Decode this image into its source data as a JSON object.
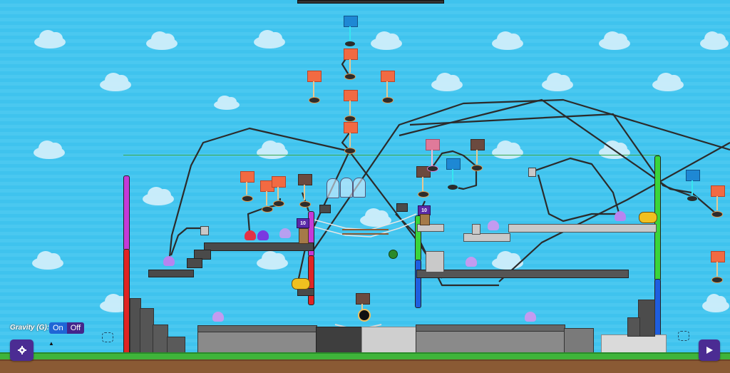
{
  "scene": {
    "background_color": "#3fc3ee",
    "boundary_line_color": "#3aa84a"
  },
  "controls": {
    "gravity_label": "Gravity (G):",
    "gravity_on": "On",
    "gravity_off": "Off",
    "gravity_selected": "On",
    "settings_icon": "gear-icon",
    "play_icon": "play-icon"
  },
  "counters": {
    "left_counter": "10",
    "right_counter": "10"
  },
  "signs": [
    {
      "id": "top-blue",
      "color": "blue",
      "icon": "elephant-icon"
    },
    {
      "id": "orange-1",
      "color": "orange",
      "icon": "battery-icon"
    },
    {
      "id": "orange-2",
      "color": "orange",
      "icon": "battery-icon"
    },
    {
      "id": "orange-3",
      "color": "orange",
      "icon": "battery-icon"
    },
    {
      "id": "orange-4",
      "color": "orange",
      "icon": "folder-icon"
    },
    {
      "id": "orange-5",
      "color": "orange",
      "icon": "folder-icon"
    },
    {
      "id": "orange-link",
      "color": "orange",
      "icon": "link-icon"
    },
    {
      "id": "orange-swirl-1",
      "color": "orange",
      "icon": "swirl-icon"
    },
    {
      "id": "orange-swirl-2",
      "color": "orange",
      "icon": "swirl-icon"
    },
    {
      "id": "brown-screen",
      "color": "brown",
      "icon": "screen-icon"
    },
    {
      "id": "brown-loop",
      "color": "brown",
      "icon": "loop-icon"
    },
    {
      "id": "brown-screen-2",
      "color": "brown",
      "icon": "screen-icon"
    },
    {
      "id": "pink-flower",
      "color": "pink",
      "icon": "flower-icon"
    },
    {
      "id": "blue-heart",
      "color": "blue",
      "icon": "heart-icon"
    },
    {
      "id": "blue-checker",
      "color": "blue",
      "icon": "checker-icon"
    },
    {
      "id": "orange-sun",
      "color": "orange",
      "icon": "sun-icon"
    },
    {
      "id": "orange-folder-right",
      "color": "orange",
      "icon": "folder-icon"
    },
    {
      "id": "brown-corner",
      "color": "brown",
      "icon": "corner-icon"
    }
  ],
  "colors": {
    "magenta_pillar": "#c43ad8",
    "red_pillar": "#e02424",
    "green_pillar": "#3ad43a",
    "blue_pillar": "#1e5ee0",
    "ui_purple": "#4b2c93",
    "toggle_on": "#1f66d6"
  }
}
